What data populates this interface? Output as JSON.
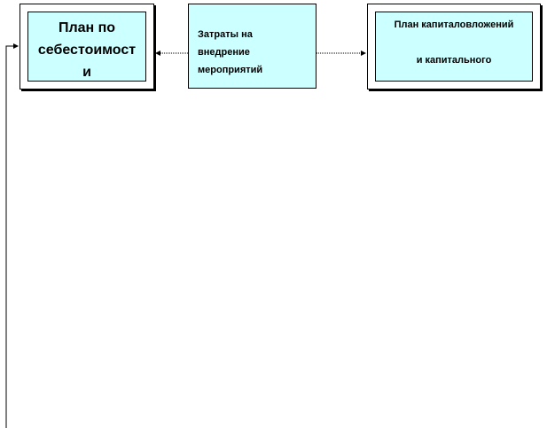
{
  "nodes": {
    "cost_plan": {
      "lines": [
        "План по",
        "себестоимост",
        "и"
      ]
    },
    "implementation_costs": {
      "lines": [
        "Затраты на",
        "внедрение",
        "мероприятий"
      ]
    },
    "capital_plan": {
      "lines": [
        "План капиталовложений",
        "",
        "и капитального"
      ]
    }
  },
  "colors": {
    "box_fill": "#ccffff",
    "border": "#000000",
    "dotted_arrow": "#000000"
  }
}
